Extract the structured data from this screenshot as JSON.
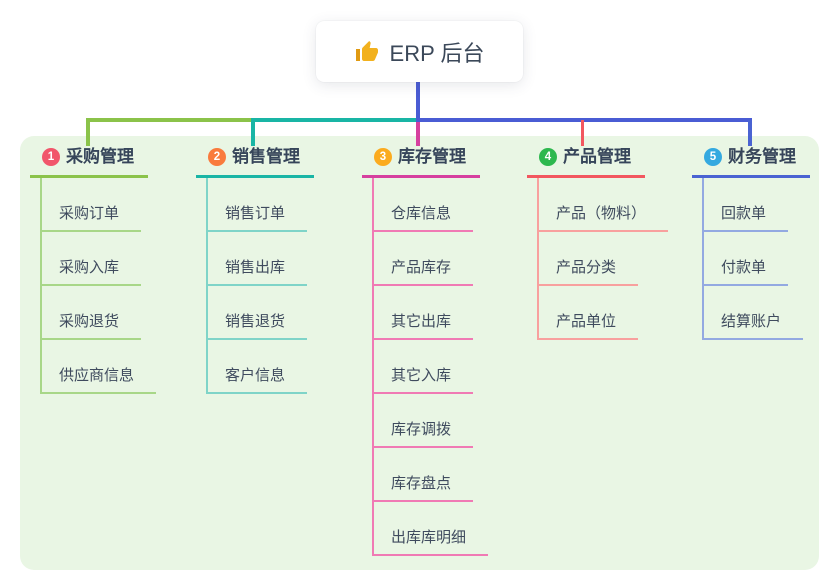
{
  "root": {
    "label": "ERP 后台",
    "icon": "thumbs-up-icon",
    "icon_color": "#f2b11e"
  },
  "colors": {
    "panel_bg": "#e9f6e4",
    "root_connector": "#4a5cd4",
    "root_text": "#3b4859",
    "leaf_text": "#3f4b5e"
  },
  "branches": [
    {
      "num": "1",
      "title": "采购管理",
      "badge_color": "#f1566b",
      "line_color": "#8bc34a",
      "leaf_line_color": "#a8d788",
      "children": [
        "采购订单",
        "采购入库",
        "采购退货",
        "供应商信息"
      ]
    },
    {
      "num": "2",
      "title": "销售管理",
      "badge_color": "#f97b3d",
      "line_color": "#19b5a5",
      "leaf_line_color": "#7fd4c8",
      "children": [
        "销售订单",
        "销售出库",
        "销售退货",
        "客户信息"
      ]
    },
    {
      "num": "3",
      "title": "库存管理",
      "badge_color": "#fbab1e",
      "line_color": "#d6409f",
      "leaf_line_color": "#f07ab4",
      "children": [
        "仓库信息",
        "产品库存",
        "其它出库",
        "其它入库",
        "库存调拨",
        "库存盘点",
        "出库库明细"
      ]
    },
    {
      "num": "4",
      "title": "产品管理",
      "badge_color": "#2db84e",
      "line_color": "#f2575f",
      "leaf_line_color": "#f8a09e",
      "children": [
        "产品（物料）",
        "产品分类",
        "产品单位"
      ]
    },
    {
      "num": "5",
      "title": "财务管理",
      "badge_color": "#34a9e0",
      "line_color": "#4a63d2",
      "leaf_line_color": "#93a9e1",
      "children": [
        "回款单",
        "付款单",
        "结算账户"
      ]
    }
  ]
}
